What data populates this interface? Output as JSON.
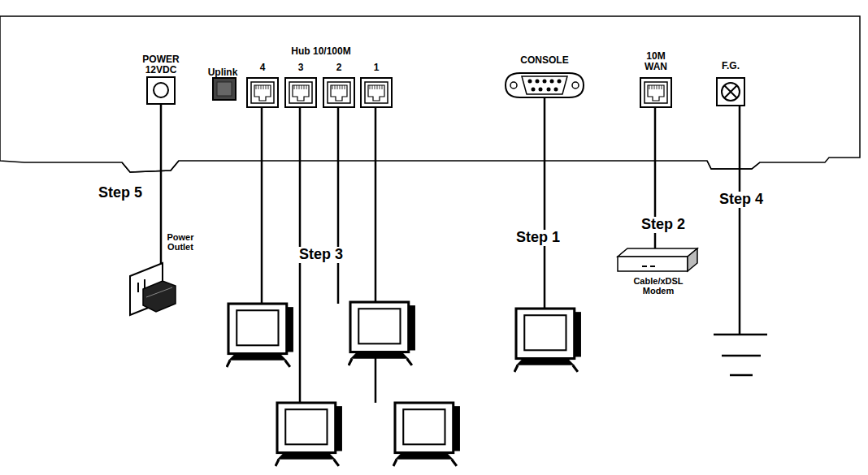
{
  "diagram": {
    "labels": [
      "POWER 12VDC",
      "Uplink",
      "Hub 10/100M",
      "4",
      "3",
      "2",
      "1",
      "CONSOLE",
      "10M WAN",
      "F.G.",
      "Step 5",
      "Power Outlet",
      "Step 3",
      "Step 1",
      "Step 2",
      "Cable/xDSL Modem",
      "Step 4"
    ]
  }
}
